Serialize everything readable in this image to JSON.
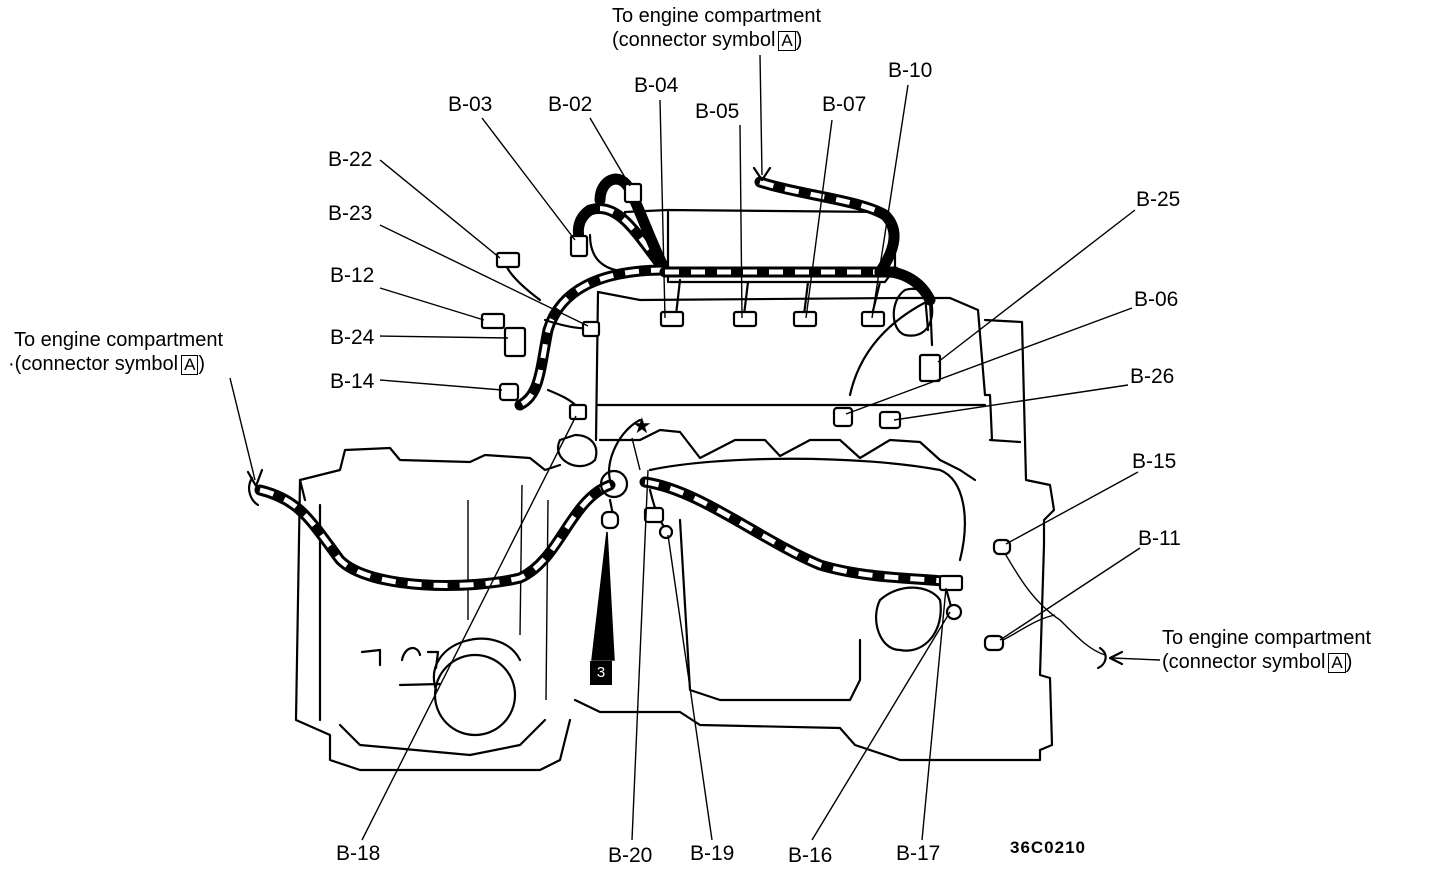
{
  "figure_code": "36C0210",
  "badge": "3",
  "star": "★",
  "notes": [
    {
      "id": "top",
      "line1": "To engine compartment",
      "line2": "(connector symbol",
      "symbol": "A",
      "close": ")"
    },
    {
      "id": "left",
      "line1": "To engine compartment",
      "line2": "·(connector symbol",
      "symbol": "A",
      "close": ")"
    },
    {
      "id": "right",
      "line1": "To engine compartment",
      "line2": "(connector symbol",
      "symbol": "A",
      "close": ")"
    }
  ],
  "labels": {
    "b02": "B-02",
    "b03": "B-03",
    "b04": "B-04",
    "b05": "B-05",
    "b06": "B-06",
    "b07": "B-07",
    "b10": "B-10",
    "b11": "B-11",
    "b12": "B-12",
    "b14": "B-14",
    "b15": "B-15",
    "b16": "B-16",
    "b17": "B-17",
    "b18": "B-18",
    "b19": "B-19",
    "b20": "B-20",
    "b22": "B-22",
    "b23": "B-23",
    "b24": "B-24",
    "b25": "B-25",
    "b26": "B-26"
  }
}
